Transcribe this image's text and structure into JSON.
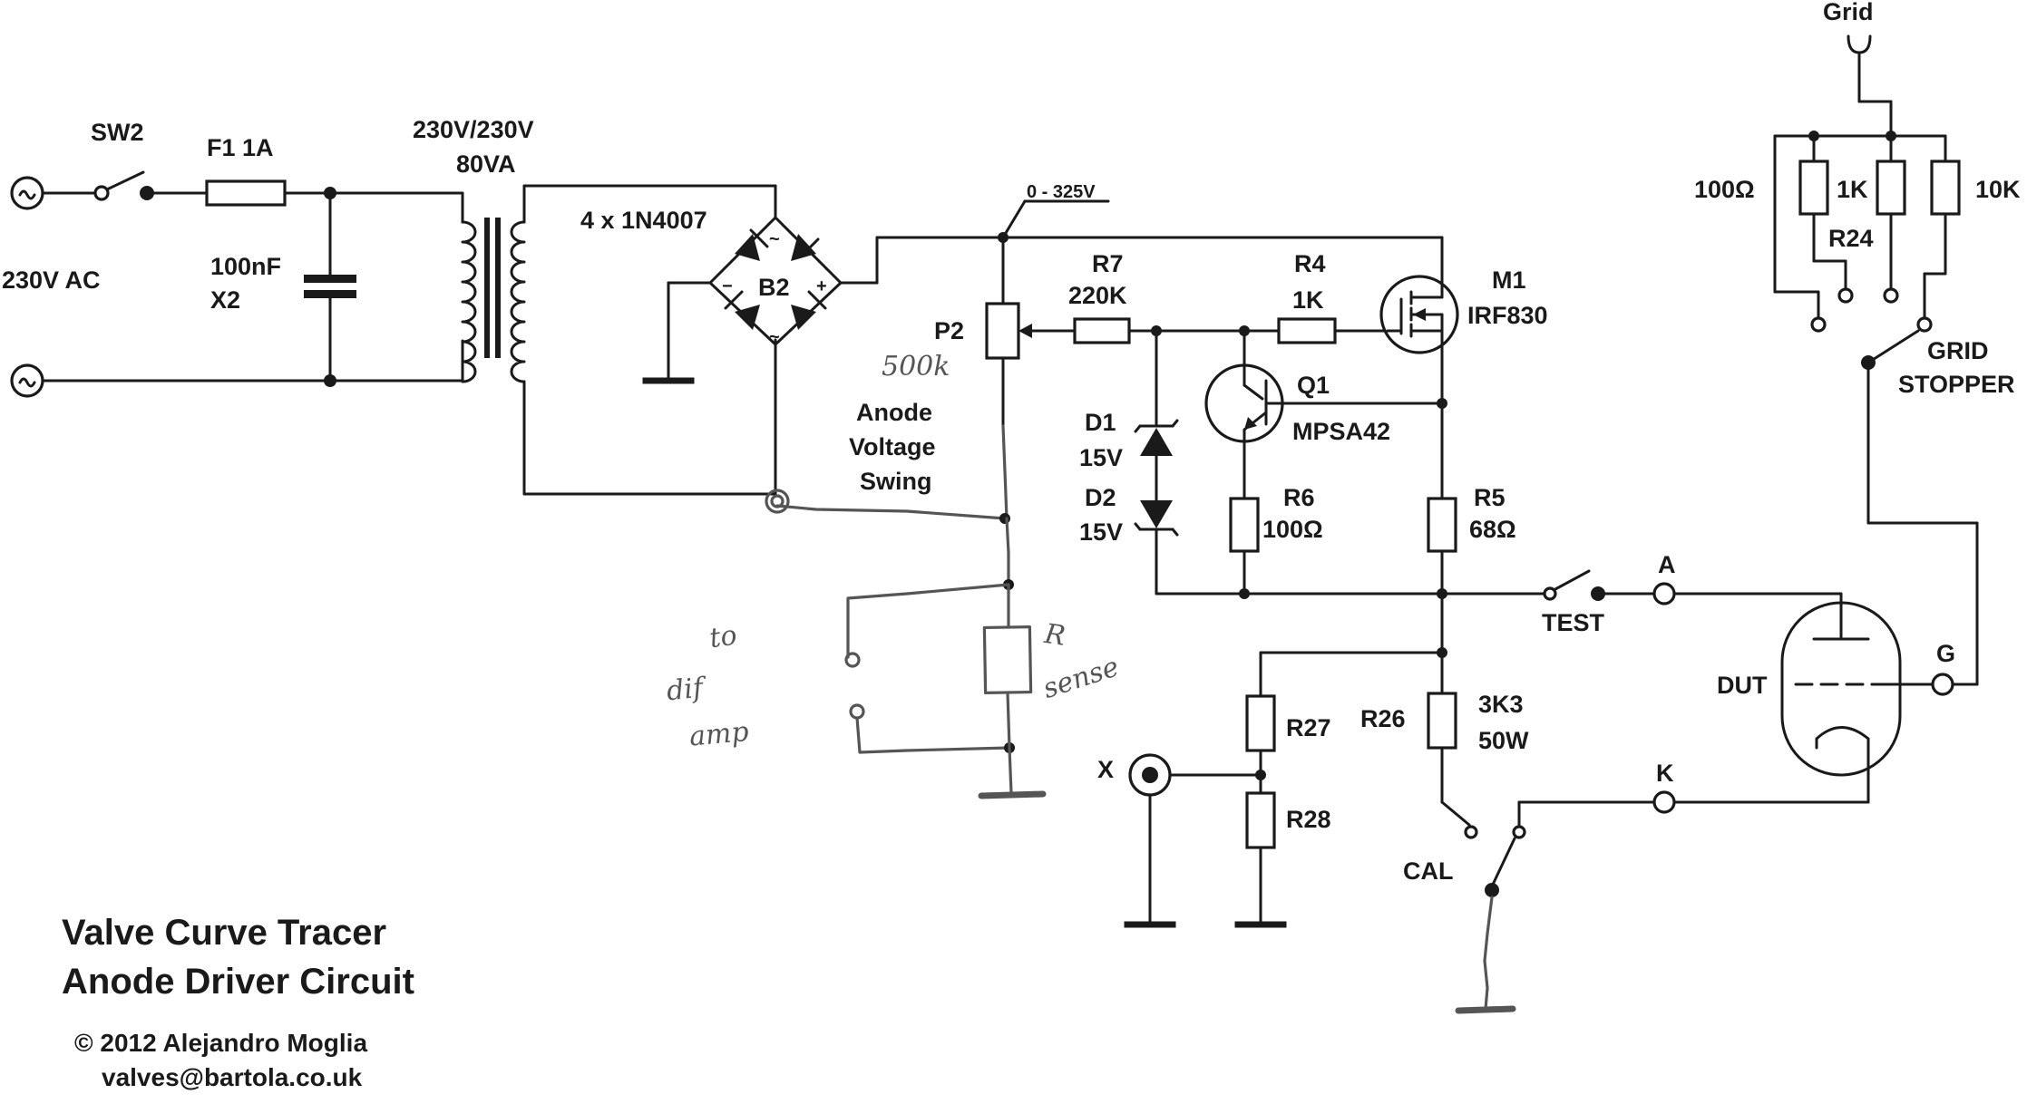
{
  "labels": {
    "sw2": "SW2",
    "fuse": "F1 1A",
    "ac_in": "230V AC",
    "cap_value": "100nF",
    "cap_class": "X2",
    "transformer_ratio": "230V/230V",
    "transformer_rating": "80VA",
    "diodes": "4 x 1N4007",
    "bridge": "B2",
    "bridge_ac": "~",
    "bridge_minus": "−",
    "bridge_plus": "+",
    "rail_voltage": "0 - 325V",
    "r7_name": "R7",
    "r7_value": "220K",
    "r4_name": "R4",
    "r4_value": "1K",
    "m1_name": "M1",
    "m1_type": "IRF830",
    "p2_name": "P2",
    "p2_handwritten": "500k",
    "anode_swing_1": "Anode",
    "anode_swing_2": "Voltage",
    "anode_swing_3": "Swing",
    "q1_name": "Q1",
    "q1_type": "MPSA42",
    "d1_name": "D1",
    "d1_value": "15V",
    "d2_name": "D2",
    "d2_value": "15V",
    "r6_name": "R6",
    "r6_value": "100Ω",
    "r5_name": "R5",
    "r5_value": "68Ω",
    "test": "TEST",
    "a_terminal": "A",
    "k_terminal": "K",
    "g_terminal": "G",
    "dut": "DUT",
    "r27": "R27",
    "r28": "R28",
    "r26_name": "R26",
    "r26_value_1": "3K3",
    "r26_value_2": "50W",
    "x_terminal": "X",
    "cal": "CAL",
    "grid": "Grid",
    "grid_100": "100Ω",
    "grid_1k": "1K",
    "grid_10k": "10K",
    "r24": "R24",
    "grid_stopper_1": "GRID",
    "grid_stopper_2": "STOPPER",
    "hand_to": "to",
    "hand_dif": "dif",
    "hand_amp": "amp",
    "hand_r": "R",
    "hand_sense": "sense"
  },
  "title_block": {
    "line1": "Valve Curve Tracer",
    "line2": "Anode Driver Circuit",
    "copyright": "© 2012 Alejandro Moglia",
    "email": "valves@bartola.co.uk"
  },
  "colors": {
    "ink": "#1a1a1a",
    "pencil": "#555555",
    "paper": "#ffffff"
  }
}
